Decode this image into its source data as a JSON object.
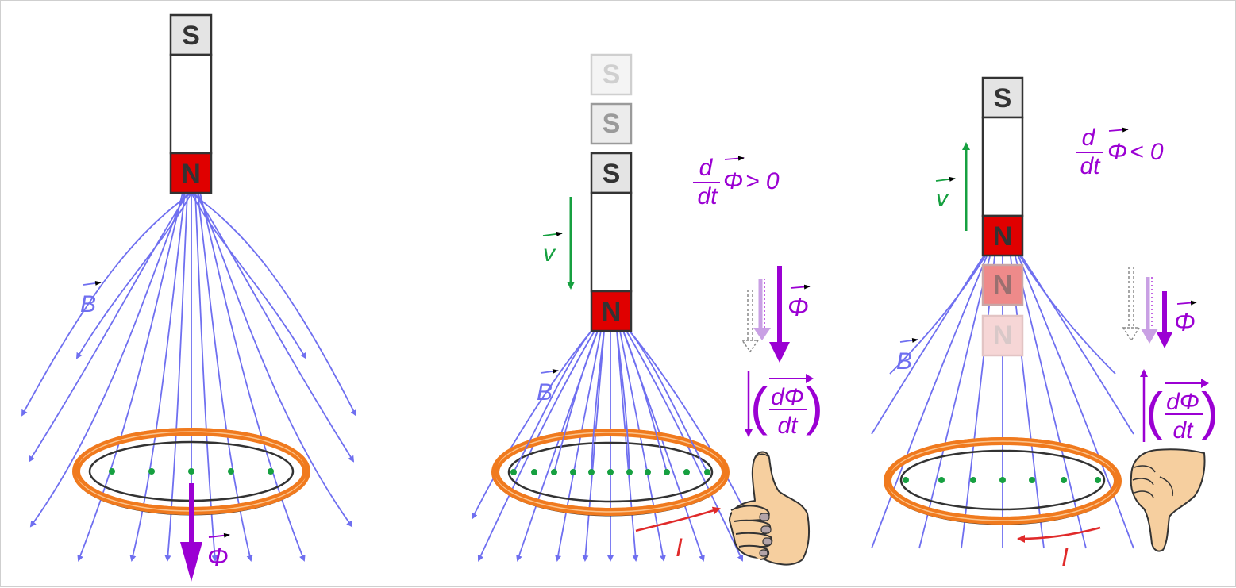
{
  "poles": {
    "south": "S",
    "north": "N"
  },
  "labels": {
    "field": "B",
    "velocity": "v",
    "flux": "Φ",
    "current": "I",
    "deriv_d": "d",
    "deriv_dt": "dt",
    "deriv_dphi": "dΦ",
    "increasing": "> 0",
    "decreasing": "< 0"
  },
  "colors": {
    "field_lines": "#6f6ff0",
    "flux": "#9b00d3",
    "velocity": "#16a040",
    "current": "#e02a2a",
    "north": "#e00000",
    "south": "#e4e4e4",
    "coil": "#f07a1e",
    "skin": "#f6cf9f"
  },
  "panels": [
    {
      "magnet_motion": "none",
      "flux_change": ""
    },
    {
      "magnet_motion": "down",
      "flux_change": "increasing",
      "hand": "thumb-up"
    },
    {
      "magnet_motion": "up",
      "flux_change": "decreasing",
      "hand": "thumb-down"
    }
  ]
}
